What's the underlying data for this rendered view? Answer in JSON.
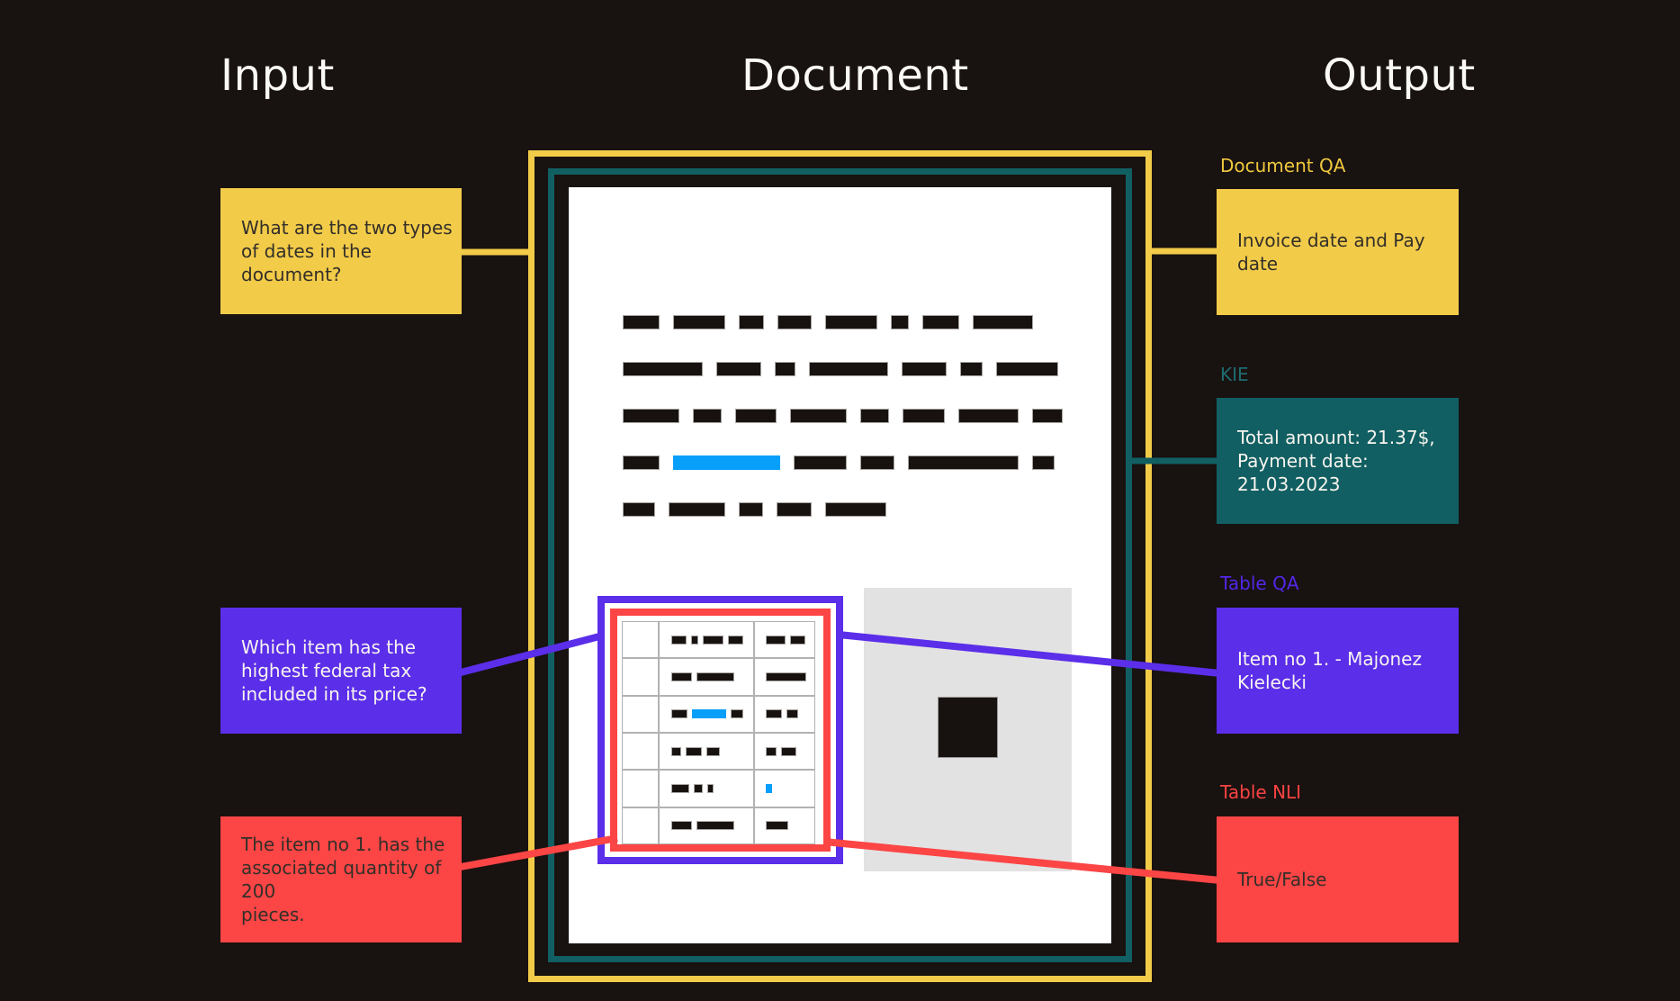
{
  "colors": {
    "background": "#181210",
    "ink": "#171210",
    "yellow": "#F2CB49",
    "teal": "#115F62",
    "purple": "#5B2EE9",
    "red": "#FC4545",
    "blue": "#089FFA",
    "page_white": "#FFFFFF",
    "figure_gray": "#E3E2E2",
    "yellow_label": "#EFC83F",
    "teal_label": "#1E6C71",
    "purple_label": "#5326E8",
    "red_label": "#FB4343"
  },
  "titles": {
    "input": "Input",
    "document": "Document",
    "output": "Output"
  },
  "inputs": [
    {
      "task": "docqa",
      "text": "What are the two types\nof dates in the document?"
    },
    {
      "task": "tableqa",
      "text": "Which item has the\nhighest federal tax\nincluded in its price?"
    },
    {
      "task": "tablenli",
      "text": "The item no 1. has the\nassociated quantity of 200\npieces."
    }
  ],
  "outputs": [
    {
      "task": "docqa",
      "label": "Document QA",
      "text": "Invoice date and Pay date"
    },
    {
      "task": "kie",
      "label": "KIE",
      "text": "Total amount: 21.37$,\nPayment date: 21.03.2023"
    },
    {
      "task": "tableqa",
      "label": "Table QA",
      "text": "Item no 1. - Majonez\nKielecki"
    },
    {
      "task": "tablenli",
      "label": "Table NLI",
      "text": "True/False"
    }
  ],
  "document": {
    "text_lines": [
      {
        "segments": [
          {
            "w": 41
          },
          {
            "w": 58
          },
          {
            "w": 28
          },
          {
            "w": 38
          },
          {
            "w": 58
          },
          {
            "w": 20
          },
          {
            "w": 41
          },
          {
            "w": 67
          }
        ]
      },
      {
        "segments": [
          {
            "w": 89
          },
          {
            "w": 50
          },
          {
            "w": 23
          },
          {
            "w": 88
          },
          {
            "w": 50
          },
          {
            "w": 25
          },
          {
            "w": 69
          }
        ]
      },
      {
        "segments": [
          {
            "w": 63
          },
          {
            "w": 32
          },
          {
            "w": 46
          },
          {
            "w": 63
          },
          {
            "w": 32
          },
          {
            "w": 47
          },
          {
            "w": 67
          },
          {
            "w": 34
          }
        ]
      },
      {
        "segments": [
          {
            "w": 41
          },
          {
            "w": 119,
            "c": "blue"
          },
          {
            "w": 59
          },
          {
            "w": 38
          },
          {
            "w": 123
          },
          {
            "w": 25
          }
        ]
      },
      {
        "segments": [
          {
            "w": 36
          },
          {
            "w": 63
          },
          {
            "w": 27
          },
          {
            "w": 39
          },
          {
            "w": 68
          }
        ]
      }
    ],
    "table": {
      "rows": [
        {
          "c2": [
            {
              "w": 17
            },
            {
              "w": 8
            },
            {
              "w": 23
            },
            {
              "w": 17
            }
          ],
          "c3": [
            {
              "w": 22
            },
            {
              "w": 17
            }
          ]
        },
        {
          "c2": [
            {
              "w": 23
            },
            {
              "w": 42
            }
          ],
          "c3": [
            {
              "w": 45
            }
          ]
        },
        {
          "c2": [
            {
              "w": 18
            },
            {
              "w": 38,
              "c": "blue"
            },
            {
              "w": 14
            }
          ],
          "c3": [
            {
              "w": 18
            },
            {
              "w": 13
            }
          ]
        },
        {
          "c2": [
            {
              "w": 11
            },
            {
              "w": 18
            },
            {
              "w": 15
            }
          ],
          "c3": [
            {
              "w": 12
            },
            {
              "w": 17
            }
          ]
        },
        {
          "c2": [
            {
              "w": 20
            },
            {
              "w": 10
            },
            {
              "w": 7
            }
          ],
          "c3": [
            {
              "w": 7,
              "c": "blue"
            }
          ]
        },
        {
          "c2": [
            {
              "w": 23
            },
            {
              "w": 42
            }
          ],
          "c3": [
            {
              "w": 25
            }
          ]
        }
      ]
    }
  }
}
